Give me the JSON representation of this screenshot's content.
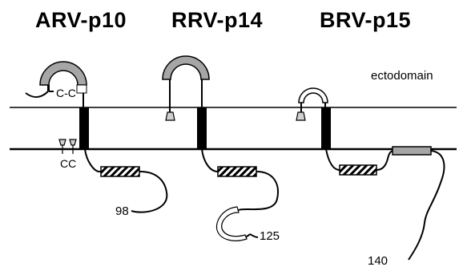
{
  "proteins": [
    {
      "name": "ARV-p10",
      "length_label": "98"
    },
    {
      "name": "RRV-p14",
      "length_label": "125"
    },
    {
      "name": "BRV-p15",
      "length_label": "140"
    }
  ],
  "labels": {
    "ectodomain": "ectodomain",
    "disulfide_top": "C-C",
    "cysteine_pair": "CC"
  }
}
